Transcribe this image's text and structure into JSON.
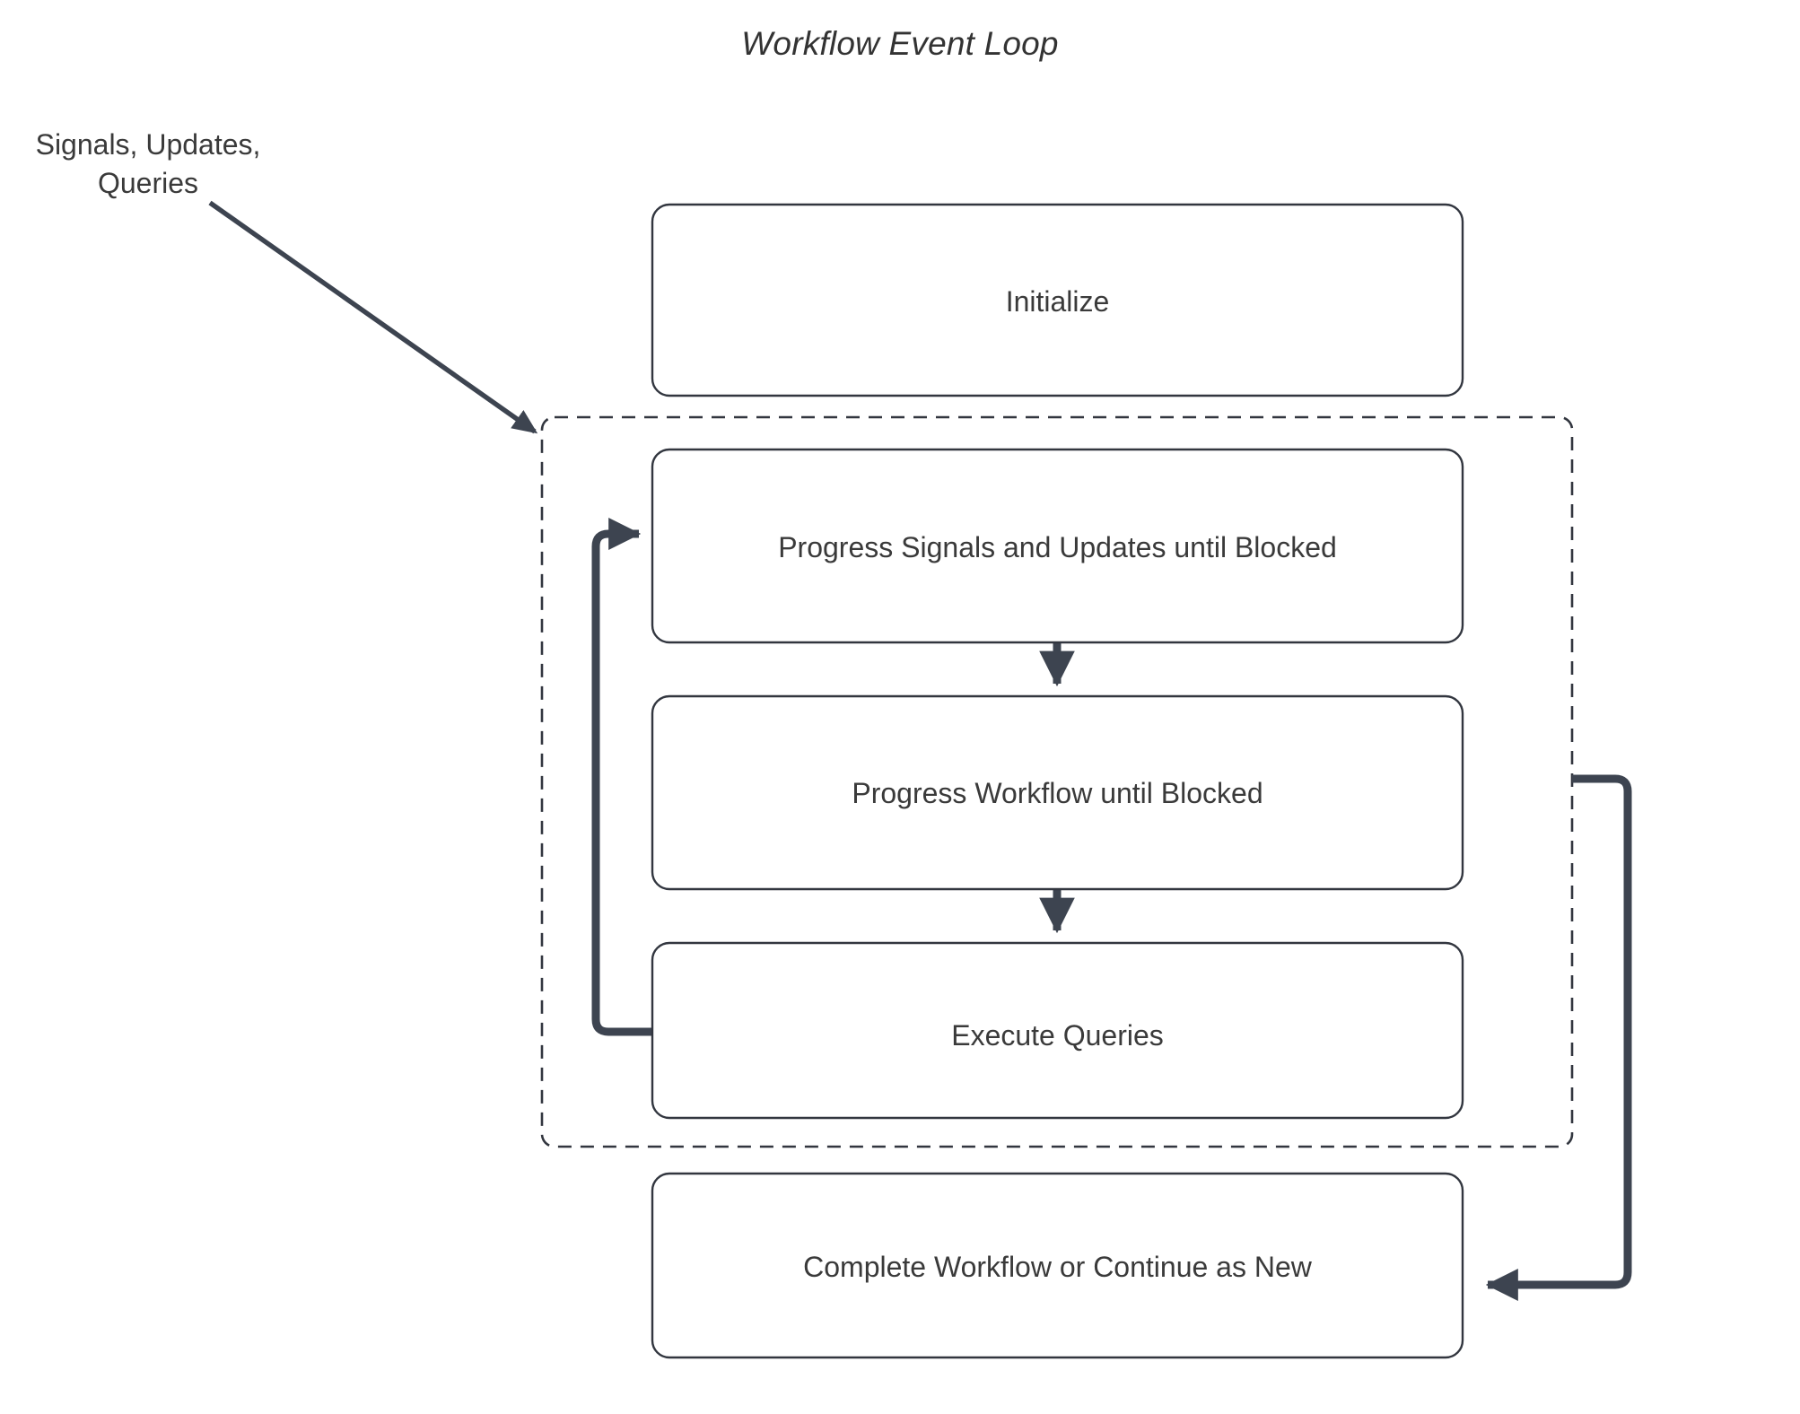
{
  "diagram": {
    "title": "Workflow Event Loop",
    "type": "flowchart",
    "colors": {
      "background": "#ffffff",
      "node_border": "#32363f",
      "node_fill": "#ffffff",
      "text": "#3a3a3a",
      "title_text": "#333333",
      "thin_edge": "#3d4450",
      "thick_edge": "#3d4450",
      "dashed_group_border": "#32363f"
    },
    "external_labels": [
      {
        "id": "input-label",
        "name": "signals-updates-queries-label",
        "text": "Signals, Updates,\nQueries"
      }
    ],
    "group": {
      "id": "event-loop-group",
      "name": "event-loop-dashed-group",
      "style": "dashed",
      "label": ""
    },
    "nodes": [
      {
        "id": "initialize",
        "label": "Initialize",
        "shape": "rounded-rect"
      },
      {
        "id": "progress-signals",
        "label": "Progress Signals and Updates until Blocked",
        "shape": "rounded-rect"
      },
      {
        "id": "progress-workflow",
        "label": "Progress Workflow until Blocked",
        "shape": "rounded-rect"
      },
      {
        "id": "execute-queries",
        "label": "Execute Queries",
        "shape": "rounded-rect"
      },
      {
        "id": "complete-workflow",
        "label": "Complete Workflow or Continue as New",
        "shape": "rounded-rect"
      }
    ],
    "edges": [
      {
        "id": "e1",
        "from": "input-label",
        "to": "event-loop-group",
        "label": "",
        "style": "solid-thin-diagonal"
      },
      {
        "id": "e2",
        "from": "progress-signals",
        "to": "progress-workflow",
        "label": "",
        "style": "solid-arrow-down"
      },
      {
        "id": "e3",
        "from": "progress-workflow",
        "to": "execute-queries",
        "label": "",
        "style": "solid-arrow-down"
      },
      {
        "id": "e4",
        "from": "execute-queries",
        "to": "progress-signals",
        "label": "",
        "style": "thick-loop-left"
      },
      {
        "id": "e5",
        "from": "event-loop-group",
        "to": "complete-workflow",
        "label": "",
        "style": "thick-loop-right"
      }
    ]
  }
}
